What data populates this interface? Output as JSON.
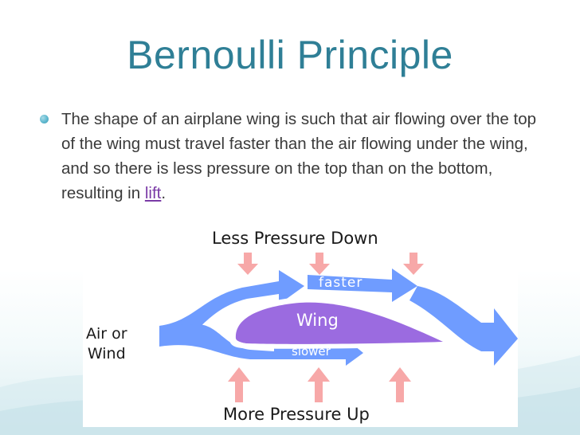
{
  "slide": {
    "title": "Bernoulli Principle",
    "bullet": {
      "text_before": "The shape of an airplane wing is such that air flowing over the top of the wing must travel faster than the air flowing under the wing, and so there is less pressure on the top than on the bottom, resulting in ",
      "link_text": "lift",
      "text_after": "."
    }
  },
  "diagram": {
    "top_label": "Less Pressure Down",
    "bottom_label": "More Pressure Up",
    "wind_label_line1": "Air or",
    "wind_label_line2": "Wind",
    "wing_label": "Wing",
    "faster_label": "faster",
    "slower_label": "slower"
  },
  "colors": {
    "title": "#2f7f96",
    "flow_arrow": "#6f9cff",
    "wing": "#9b6be0",
    "pressure_arrow": "#f7a8a8",
    "link": "#7a3aa6"
  }
}
